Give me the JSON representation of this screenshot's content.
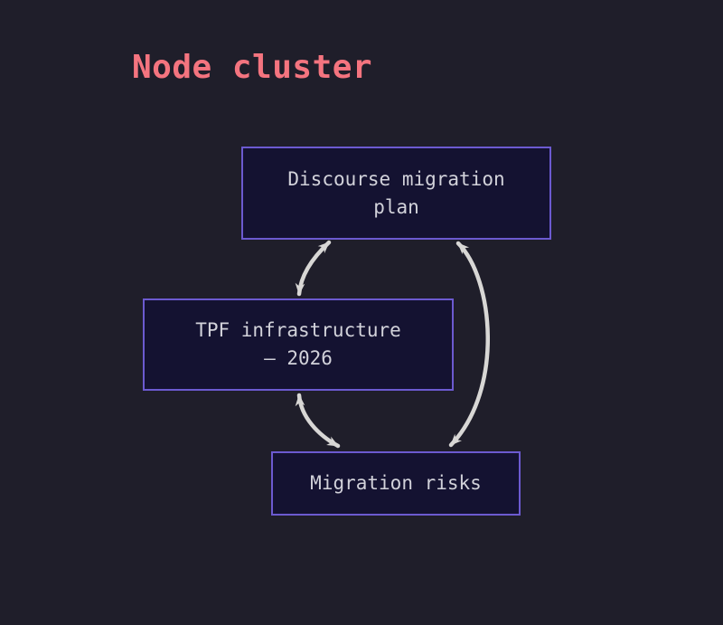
{
  "title": "Node cluster",
  "colors": {
    "background": "#1f1e2a",
    "title_text": "#f4747f",
    "node_fill": "#141231",
    "node_border": "#6c5ad0",
    "node_text": "#d2d2da",
    "arrow": "#d8d7d5"
  },
  "nodes": [
    {
      "id": "discourse-migration-plan",
      "label": "Discourse migration\nplan"
    },
    {
      "id": "tpf-infrastructure-2026",
      "label": "TPF infrastructure\n— 2026"
    },
    {
      "id": "migration-risks",
      "label": "Migration risks"
    }
  ],
  "edges": [
    {
      "from": "discourse-migration-plan",
      "to": "tpf-infrastructure-2026",
      "bidirectional": true
    },
    {
      "from": "discourse-migration-plan",
      "to": "migration-risks",
      "bidirectional": true
    },
    {
      "from": "tpf-infrastructure-2026",
      "to": "migration-risks",
      "bidirectional": true
    }
  ]
}
